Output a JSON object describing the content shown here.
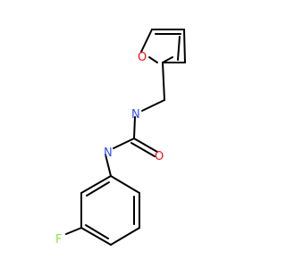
{
  "structure": {
    "atoms": [
      {
        "id": "o_furan",
        "label": "O",
        "color": "#ff0d0d"
      },
      {
        "id": "n_top",
        "label": "N",
        "color": "#3050f8"
      },
      {
        "id": "o_carbonyl",
        "label": "O",
        "color": "#ff0d0d"
      },
      {
        "id": "n_aryl",
        "label": "N",
        "color": "#3050f8"
      },
      {
        "id": "f",
        "label": "F",
        "color": "#90e050"
      }
    ]
  }
}
